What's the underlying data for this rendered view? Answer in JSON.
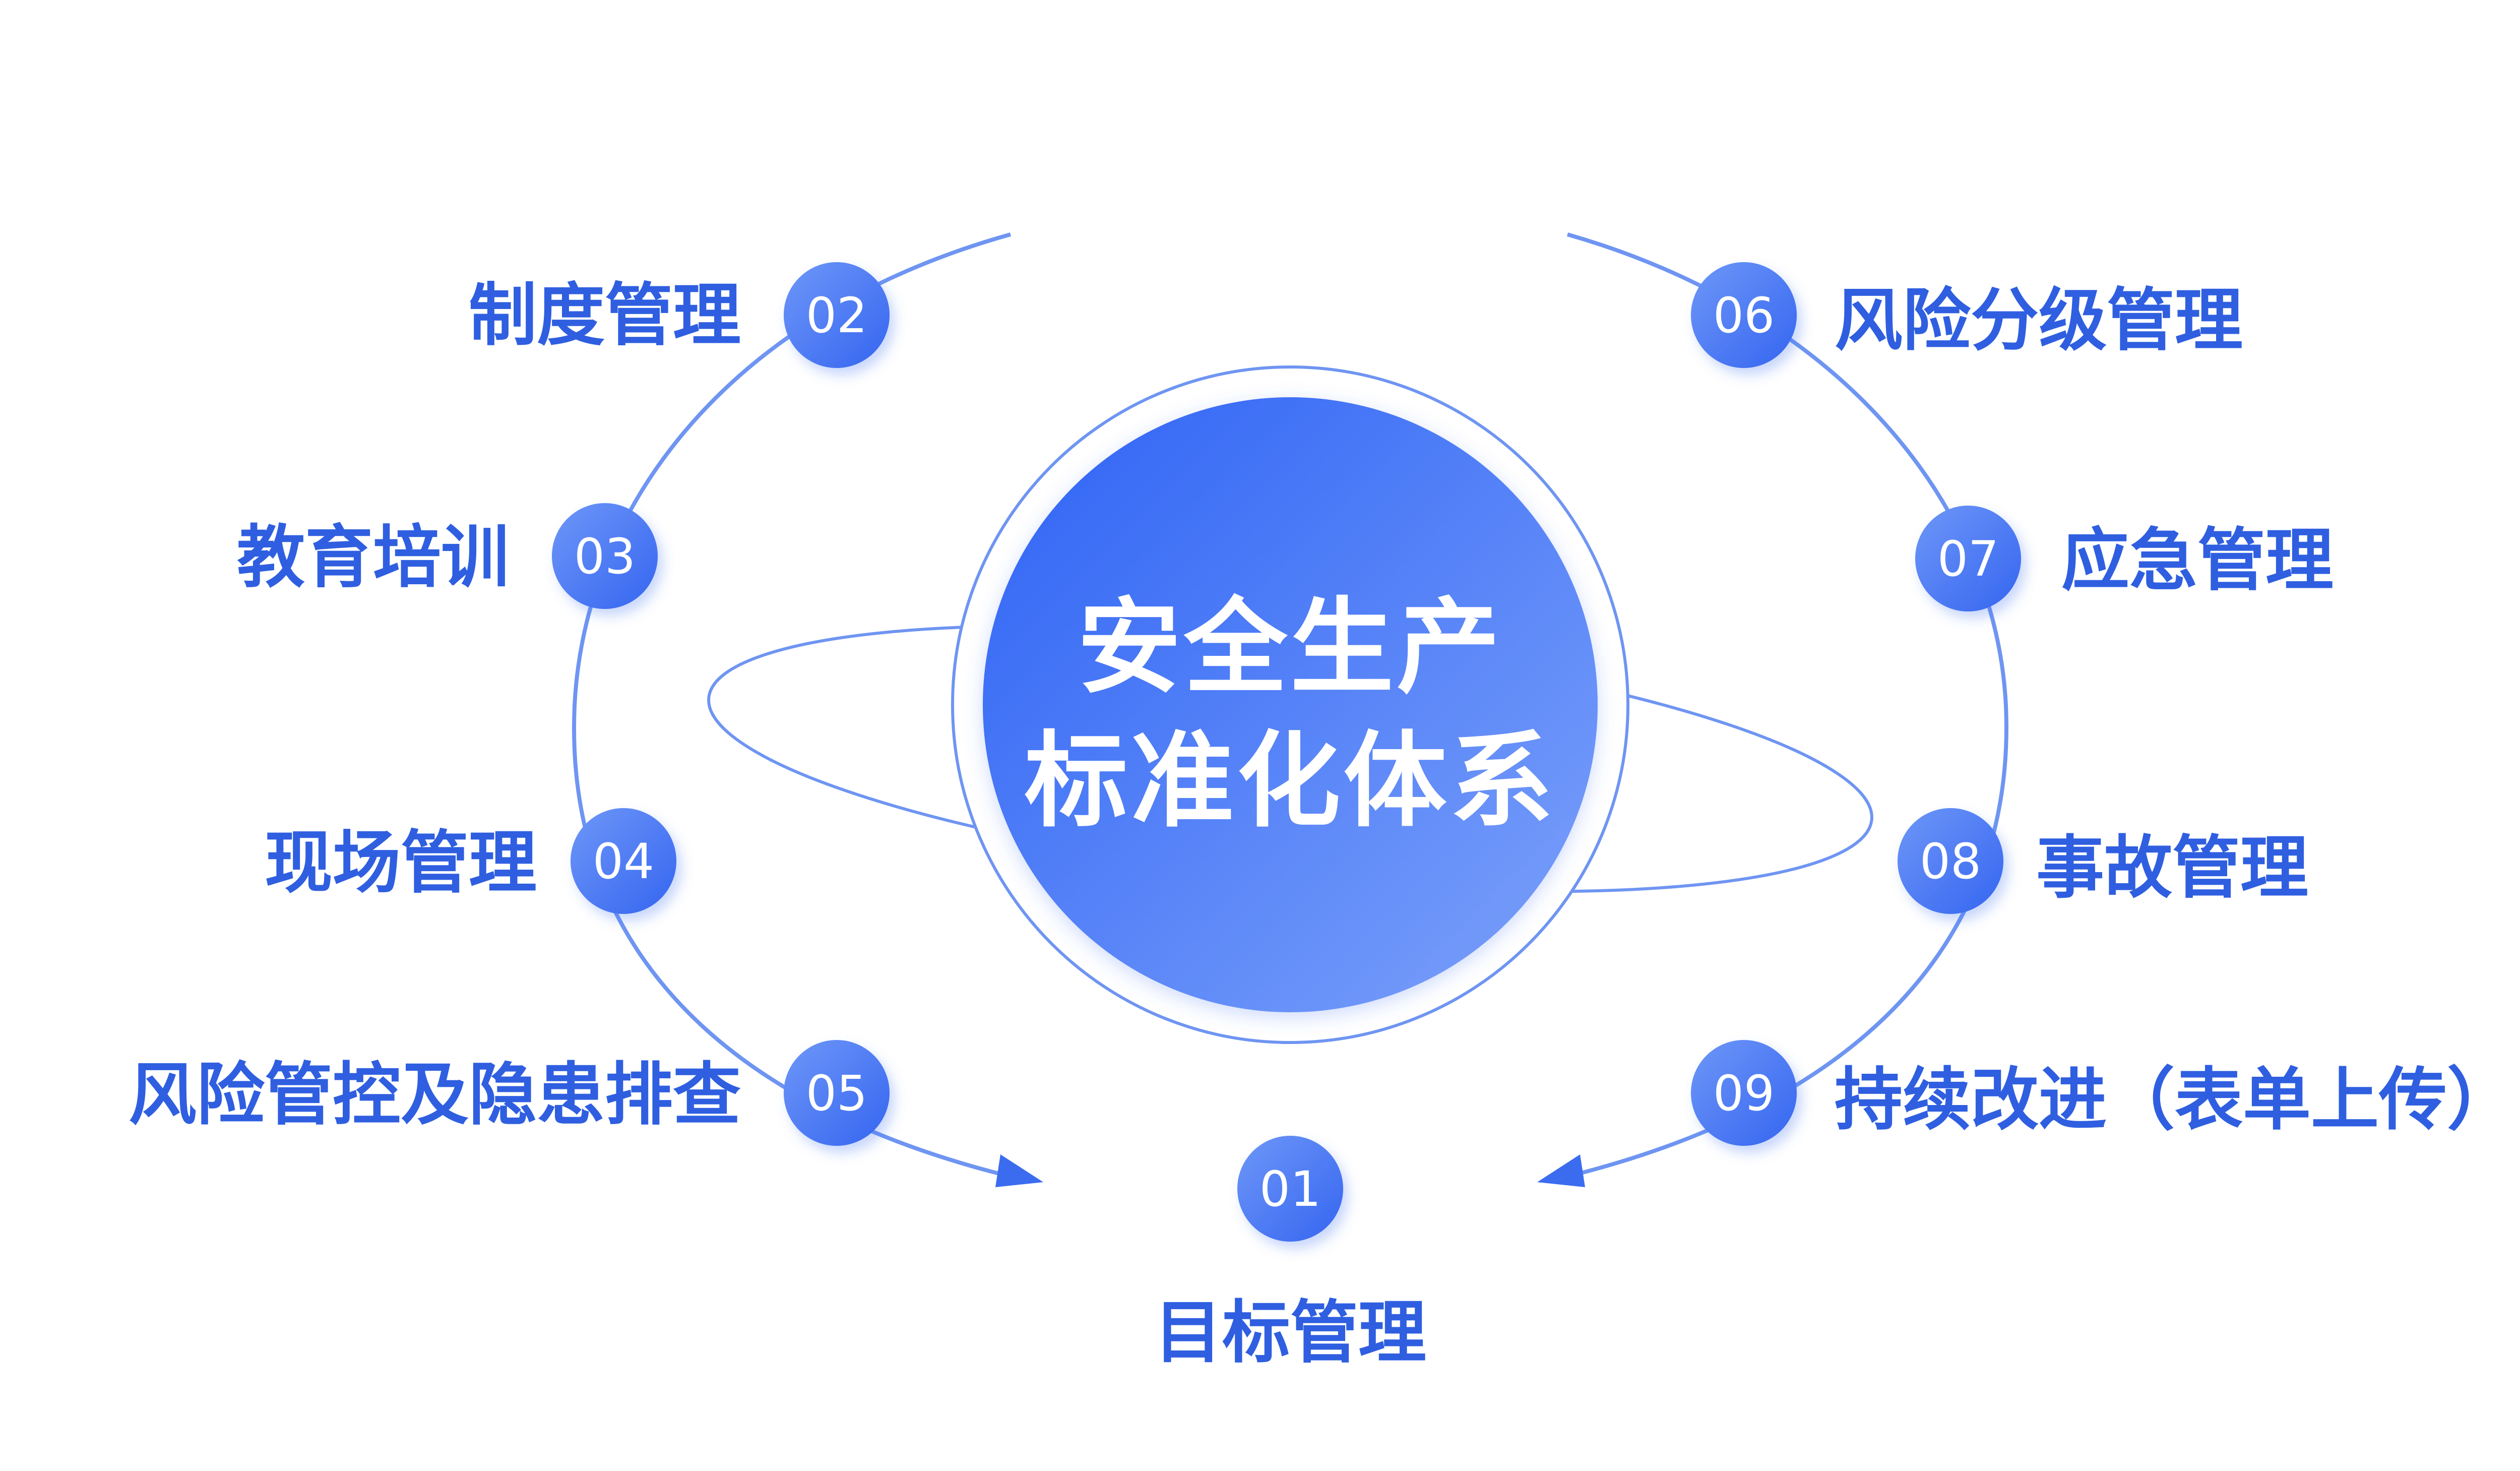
{
  "colors": {
    "primary": "#3B6CF0",
    "label": "#2F5FE0",
    "node_light": "#6E97F8",
    "node_dark": "#3565F0",
    "ring": "#6F95F2",
    "center_light": "#7DA2FA",
    "center_dark": "#2D62F5"
  },
  "center": {
    "line1": "安全生产",
    "line2": "标准化体系"
  },
  "nodes": [
    {
      "num": "01",
      "label": "目标管理"
    },
    {
      "num": "02",
      "label": "制度管理"
    },
    {
      "num": "03",
      "label": "教育培训"
    },
    {
      "num": "04",
      "label": "现场管理"
    },
    {
      "num": "05",
      "label": "风险管控及隐患排查"
    },
    {
      "num": "06",
      "label": "风险分级管理"
    },
    {
      "num": "07",
      "label": "应急管理"
    },
    {
      "num": "08",
      "label": "事故管理"
    },
    {
      "num": "09",
      "label": "持续改进（表单上传）"
    }
  ]
}
